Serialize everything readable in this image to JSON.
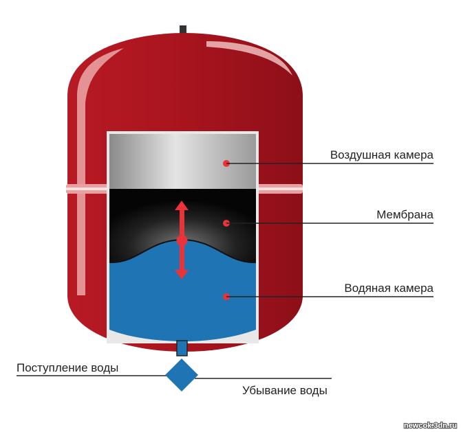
{
  "labels": {
    "air_chamber": "Воздушная камера",
    "membrane": "Мембрана",
    "water_chamber": "Водяная камера",
    "water_inflow": "Поступление воды",
    "water_outflow": "Убывание воды"
  },
  "watermark": "newcok.3dn.ru",
  "colors": {
    "tank": "#a8141e",
    "air": "#c9c9c9",
    "membrane": "#111111",
    "water": "#1f74b4",
    "marker": "#e8333a"
  }
}
